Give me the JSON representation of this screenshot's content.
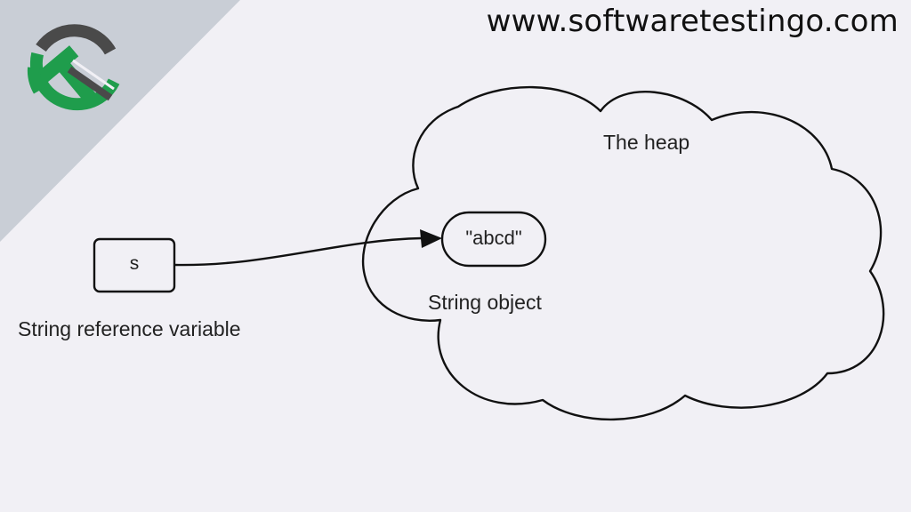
{
  "header": {
    "site_url": "www.softwaretestingo.com"
  },
  "diagram": {
    "reference_box_label": "s",
    "reference_caption": "String reference variable",
    "heap_label": "The heap",
    "string_literal": "\"abcd\"",
    "object_caption": "String object"
  },
  "colors": {
    "background": "#f1f0f5",
    "corner_band": "#c9ced6",
    "logo_green": "#1f9d4c",
    "logo_gray": "#4a4a4a",
    "stroke": "#111111"
  },
  "icons": {
    "logo": "softwaretestingo-logo-icon"
  }
}
